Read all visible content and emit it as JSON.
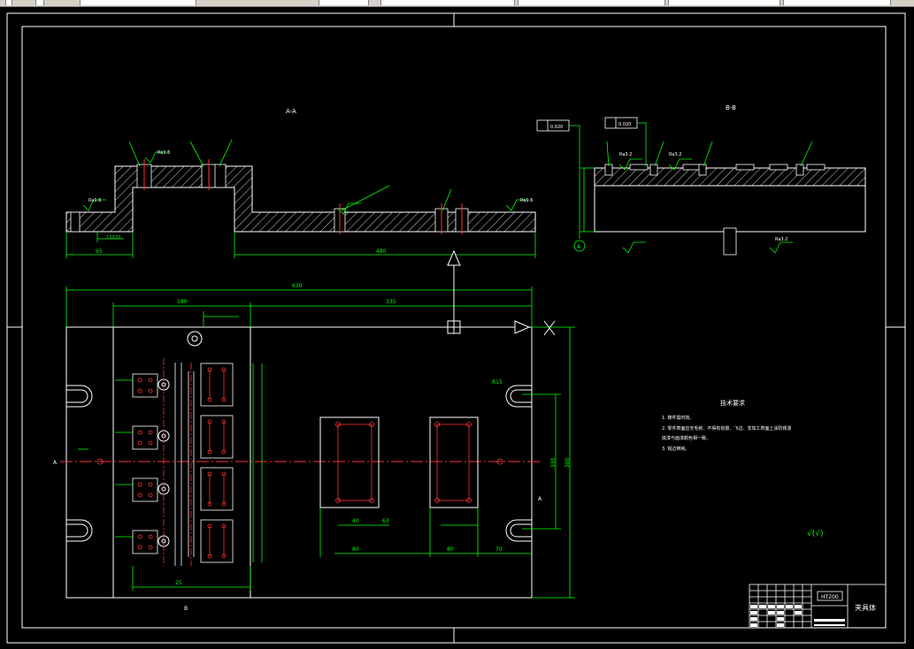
{
  "colors": {
    "background": "#000000",
    "frame": "#ffffff",
    "dimension": "#00ff00",
    "centerline": "#ff3333",
    "text": "#ffffff",
    "hatch": "#ffffff"
  },
  "toolbar": {
    "icon_names": [
      "undo-icon",
      "redo-icon",
      "layer-dropdown",
      "linetype-dropdown",
      "color-dropdown"
    ]
  },
  "views": {
    "section_aa_label": "A-A",
    "section_bb_label": "B-B",
    "section_aa_dim_left": "95",
    "section_aa_dim_main": "480",
    "section_aa_dim_small": "13X20",
    "roughness_value": "Ra1.6",
    "roughness_value_2": "Ra3.2",
    "tolerance_1": "0.020",
    "tolerance_2": "0.020",
    "section_mark": "A"
  },
  "plan": {
    "dim_total_width": "630",
    "dim_left": "180",
    "dim_right": "335",
    "dim_height": "380",
    "dim_height_inner": "330",
    "dim_bottom_1": "80",
    "dim_bottom_2": "80",
    "dim_bottom_3": "70",
    "dim_bottom_4": "25",
    "dim_hole": "R15",
    "dim_small_1": "40",
    "dim_small_2": "63",
    "section_label_left": "A",
    "section_label_right": "A",
    "bottom_label": "B"
  },
  "ucs": {
    "x_label": "X"
  },
  "notes": {
    "title": "技术要求",
    "line1": "1. 铸件需时效。",
    "line2": "2. 零件表面应无毛刺、不得有划痕、飞边、非加工表面上涂防锈漆",
    "line3": "底漆与面漆颜色相一致。",
    "line4": "3. 锐边倒钝。",
    "general_roughness": "√(√)"
  },
  "title_block": {
    "material": "HT200",
    "part_name": "夹具体"
  }
}
